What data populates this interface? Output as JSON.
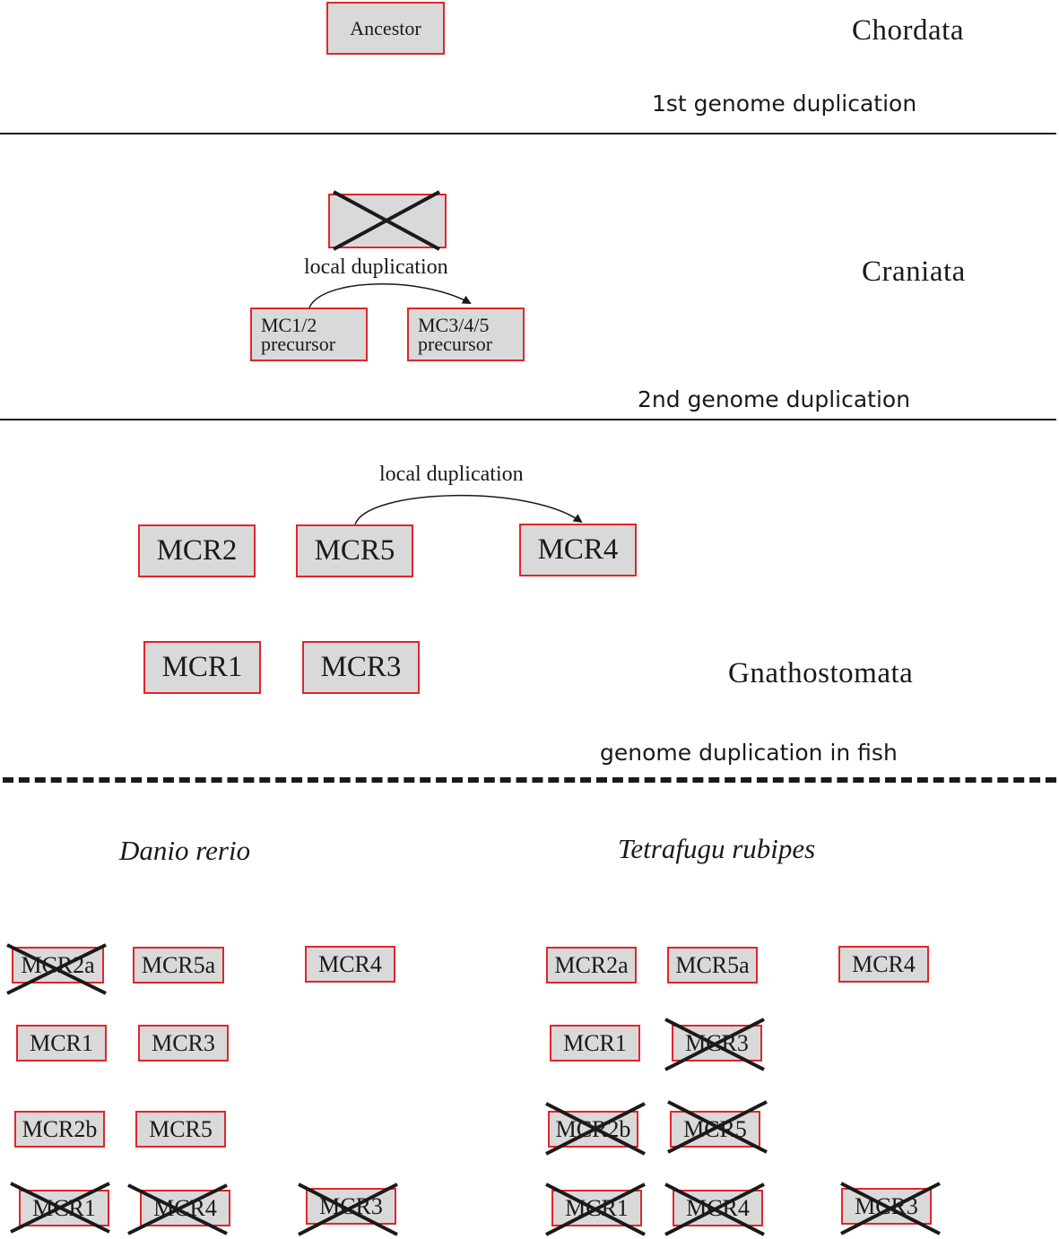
{
  "clades": {
    "chordata": "Chordata",
    "craniata": "Craniata",
    "gnathostomata": "Gnathostomata"
  },
  "events": {
    "first_duplication": "1st genome duplication",
    "second_duplication": "2nd genome duplication",
    "fish_duplication": "genome duplication in fish"
  },
  "labels": {
    "local_duplication_1": "local duplication",
    "local_duplication_2": "local duplication"
  },
  "genes": {
    "ancestor": "Ancestor",
    "mc12_line1": "MC1/2",
    "mc12_line2": "precursor",
    "mc345_line1": "MC3/4/5",
    "mc345_line2": "precursor",
    "mcr2": "MCR2",
    "mcr5": "MCR5",
    "mcr4": "MCR4",
    "mcr1": "MCR1",
    "mcr3": "MCR3"
  },
  "species": {
    "danio": "Danio rerio",
    "tetrafugu": "Tetrafugu rubipes"
  },
  "danio_genes": {
    "mcr2a": "MCR2a",
    "mcr5a": "MCR5a",
    "mcr4": "MCR4",
    "mcr1": "MCR1",
    "mcr3": "MCR3",
    "mcr2b": "MCR2b",
    "mcr5": "MCR5",
    "mcr1_lost": "MCR1",
    "mcr4_lost": "MCR4",
    "mcr3_lost": "MCR3"
  },
  "tetrafugu_genes": {
    "mcr2a": "MCR2a",
    "mcr5a": "MCR5a",
    "mcr4": "MCR4",
    "mcr1": "MCR1",
    "mcr3_lost": "MCR3",
    "mcr2b_lost": "MCR2b",
    "mcr5_lost": "MCR5",
    "mcr1_lost": "MCR1",
    "mcr4_lost": "MCR4",
    "mcr3_lost2": "MCR3"
  },
  "colors": {
    "box_fill": "#d9d9d9",
    "box_border": "#e0262b",
    "ink": "#1a1a1a"
  }
}
